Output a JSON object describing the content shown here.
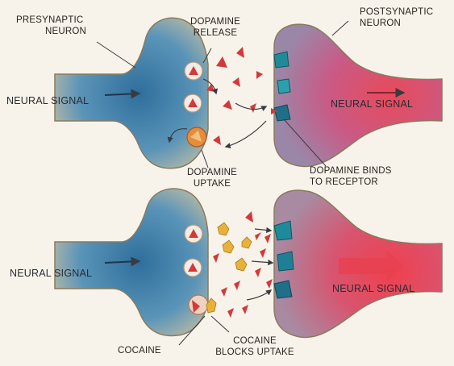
{
  "top_panel": {
    "presynaptic_label": [
      "PRESYNAPTIC",
      "NEURON"
    ],
    "postsynaptic_label": [
      "POSTSYNAPTIC",
      "NEURON"
    ],
    "dopamine_release_label": [
      "DOPAMINE",
      "RELEASE"
    ],
    "dopamine_uptake_label": [
      "DOPAMINE",
      "UPTAKE"
    ],
    "dopamine_binds_label": [
      "DOPAMINE BINDS",
      "TO RECEPTOR"
    ],
    "signal_left": "NEURAL SIGNAL",
    "signal_right": "NEURAL SIGNAL"
  },
  "bottom_panel": {
    "signal_left": "NEURAL SIGNAL",
    "signal_right": "NEURAL SIGNAL",
    "cocaine_label": "COCAINE",
    "cocaine_blocks_label": [
      "COCAINE",
      "BLOCKS UPTAKE"
    ]
  },
  "colors": {
    "background": "#f7f3ea",
    "presynaptic_blue": "#3f7faa",
    "postsynaptic_red": "#e0505e",
    "membrane_tan": "#d9c4a0",
    "dopamine_red": "#d23a3a",
    "receptor_teal": "#1f8a9a",
    "cocaine_yellow": "#e8b23a"
  },
  "icons": [
    "dopamine-molecule-icon",
    "vesicle-icon",
    "receptor-icon",
    "reuptake-pump-icon",
    "cocaine-molecule-icon",
    "signal-arrow-icon"
  ]
}
